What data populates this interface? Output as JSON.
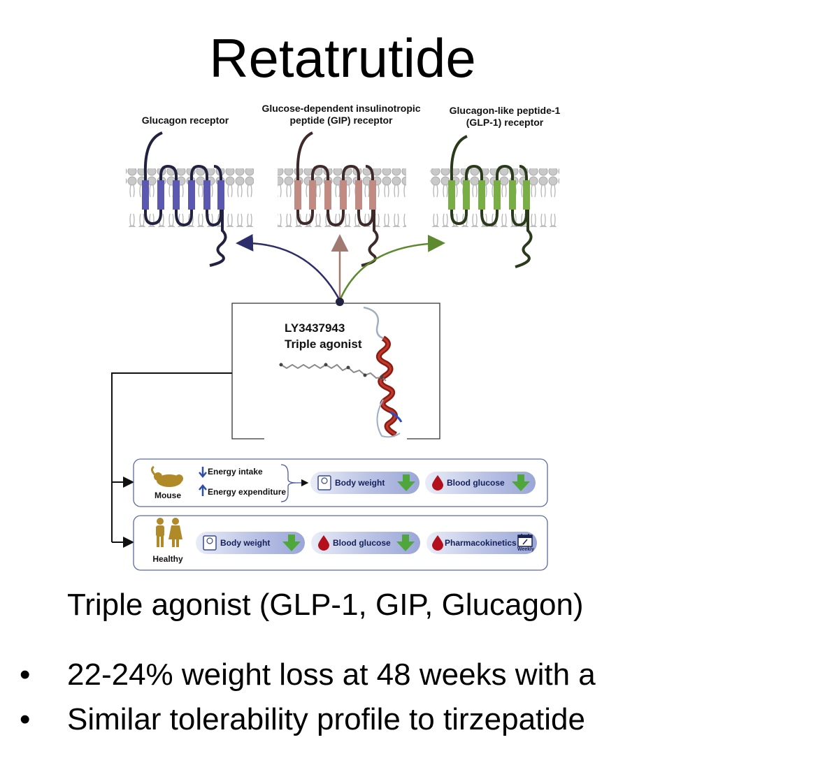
{
  "title": "Retatrutide",
  "receptors": [
    {
      "label": "Glucagon receptor",
      "color": "#3c3f8f"
    },
    {
      "label": "Glucose-dependent insulinotropic peptide (GIP) receptor",
      "color": "#a9766d"
    },
    {
      "label": "Glucagon-like peptide-1 (GLP-1) receptor",
      "color": "#6a9a3a"
    }
  ],
  "molecule": {
    "line1": "LY3437943",
    "line2": "Triple agonist"
  },
  "rows": {
    "mouse": {
      "label": "Mouse",
      "effects": [
        "Energy intake",
        "Energy expenditure"
      ],
      "pills": [
        "Body weight",
        "Blood glucose"
      ]
    },
    "healthy": {
      "label": "Healthy",
      "pills": [
        "Body weight",
        "Blood glucose",
        "Pharmacokinetics"
      ],
      "calendar_label": "Weekly"
    }
  },
  "subtitle": "Triple agonist (GLP-1, GIP, Glucagon)",
  "bullets": [
    "22-24% weight loss at 48 weeks with a",
    "Similar tolerability profile to tirzepatide"
  ]
}
